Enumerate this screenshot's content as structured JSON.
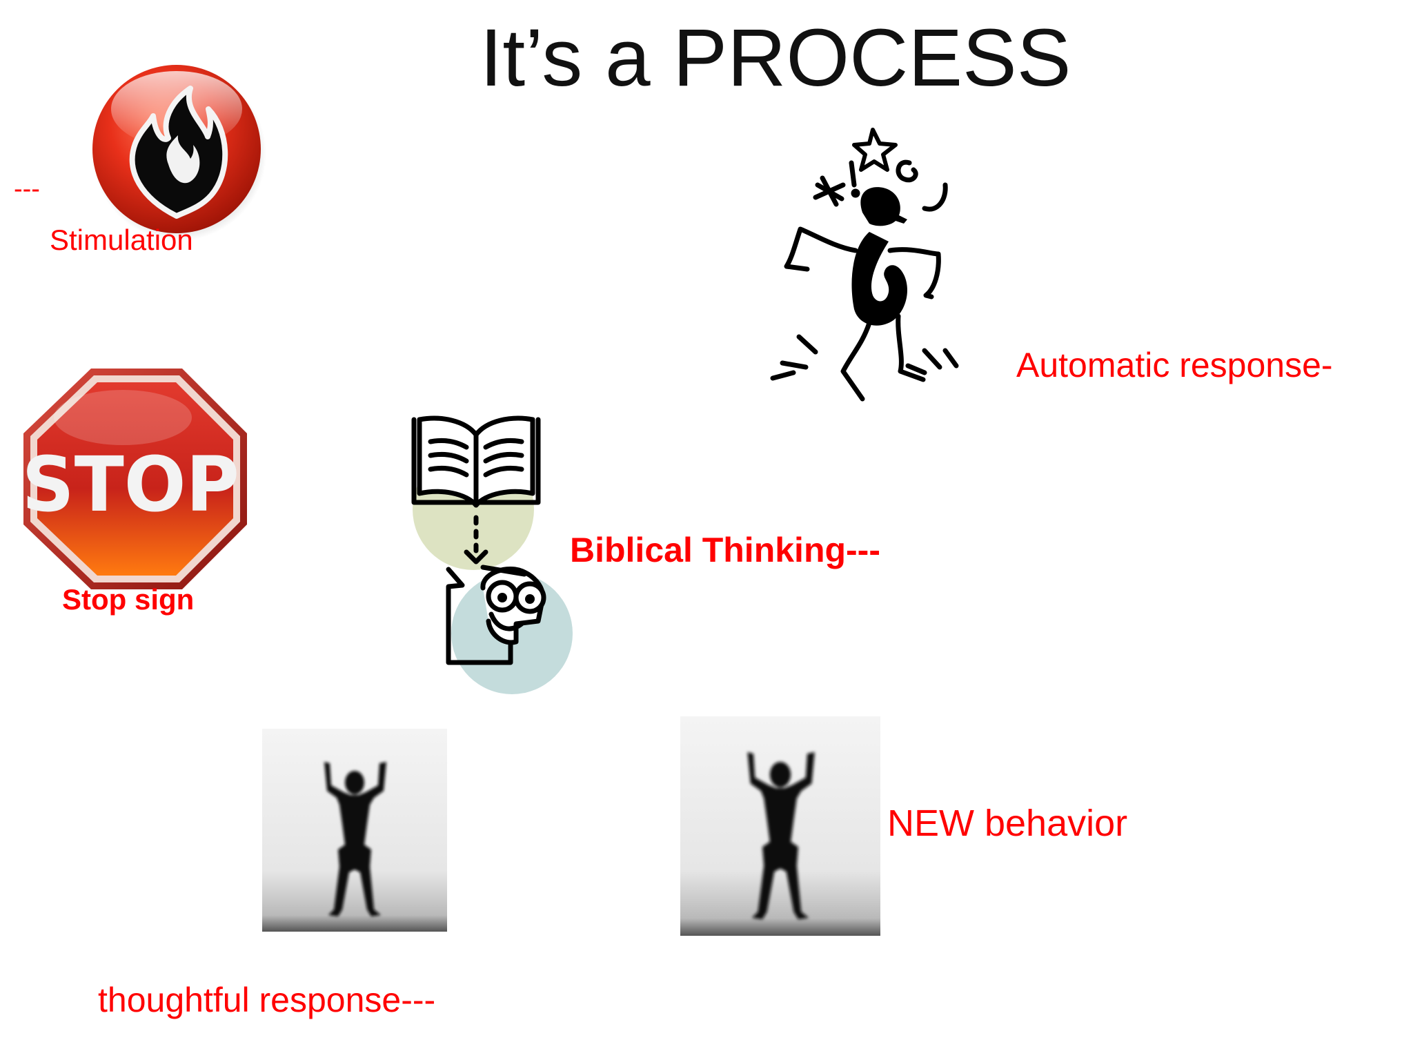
{
  "slide": {
    "title": "It’s a PROCESS"
  },
  "labels": {
    "stimulation_dashes": "---",
    "stimulation": "Stimulation",
    "stop_sign": "Stop sign",
    "stop_sign_text": "STOP",
    "automatic_response": "Automatic response-",
    "biblical_thinking": "Biblical Thinking---",
    "thoughtful_response": "thoughtful response---",
    "new_behavior": "NEW behavior"
  },
  "colors": {
    "label_red": "#ff0000",
    "title": "#111111"
  },
  "icons": {
    "stimulation": "flame-button-icon",
    "stop": "stop-sign-icon",
    "automatic": "jumping-figure-icon",
    "biblical": "book-to-thinker-icon",
    "silhouette": "raised-arms-silhouette-icon"
  }
}
